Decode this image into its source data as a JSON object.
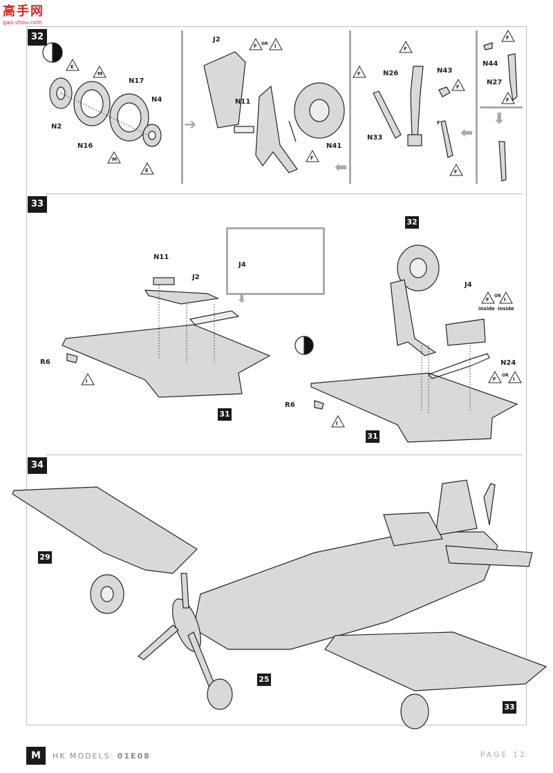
{
  "watermark": {
    "title": "高手网",
    "url": "gao-shou.com"
  },
  "steps": {
    "s32": "32",
    "s33": "33",
    "s34": "34"
  },
  "step32": {
    "parts": {
      "n2": "N2",
      "n16": "N16",
      "n17": "N17",
      "n4": "N4",
      "j2": "J2",
      "n11": "N11",
      "n41": "N41",
      "n26": "N26",
      "n43": "N43",
      "n33": "N33",
      "n44": "N44",
      "n27": "N27"
    },
    "marks": {
      "e1": "E",
      "m1": "M",
      "m2": "M",
      "e2": "E",
      "f1": "F",
      "i1": "I",
      "or1": "OR",
      "f2": "F",
      "f3": "F",
      "f4": "F",
      "f5": "F",
      "f6": "F",
      "f7": "F",
      "f8": "F",
      "f9": "F"
    }
  },
  "step33": {
    "parts": {
      "n11": "N11",
      "j2": "J2",
      "j4_inset": "J4",
      "r6_left": "R6",
      "ref31_left": "31",
      "ref32": "32",
      "j4": "J4",
      "n24": "N24",
      "r6_right": "R6",
      "ref31_right": "31"
    },
    "marks": {
      "i_left": "I",
      "f_inside": "F",
      "i_inside": "I",
      "or_inside": "OR",
      "inside1": "inside",
      "inside2": "inside",
      "f_n24": "F",
      "or_n24": "OR",
      "i_n24": "I",
      "i_right": "I"
    }
  },
  "step34": {
    "refs": {
      "r29": "29",
      "r25": "25",
      "r33": "33"
    }
  },
  "footer": {
    "logo": "M",
    "brand": "HK MODELS",
    "code": "01E08",
    "page": "PAGE 12"
  }
}
